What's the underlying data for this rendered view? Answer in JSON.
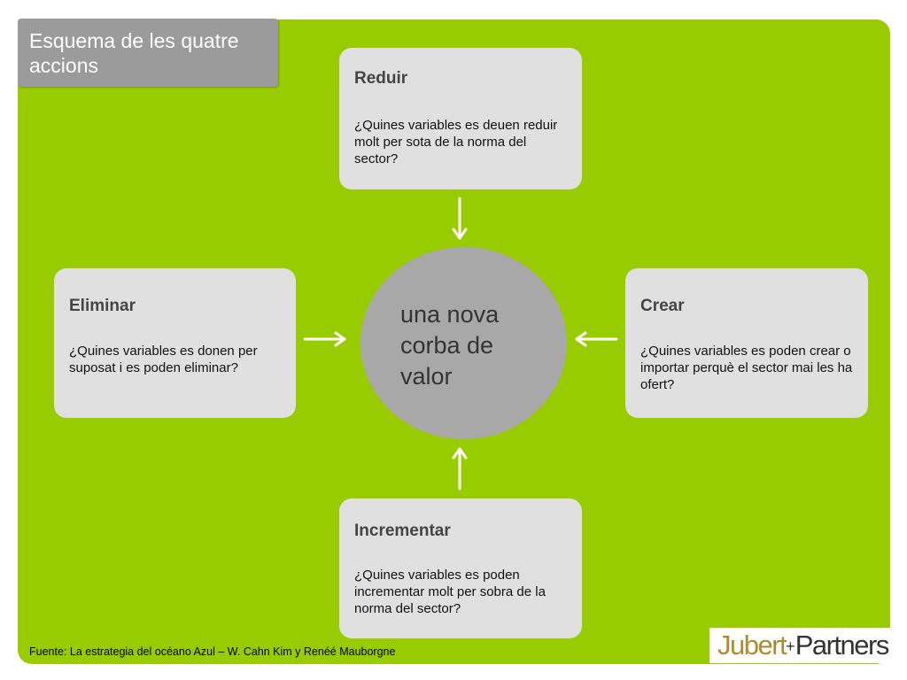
{
  "title": "Esquema de les quatre accions",
  "center": {
    "text": "una nova corba de valor"
  },
  "cards": {
    "reduir": {
      "title": "Reduir",
      "body": "¿Quines variables es deuen reduir molt per sota de la norma del sector?"
    },
    "eliminar": {
      "title": "Eliminar",
      "body": "¿Quines variables es donen per suposat i es poden eliminar?"
    },
    "crear": {
      "title": "Crear",
      "body": "¿Quines variables es poden crear o importar  perquè  el sector mai les  ha ofert?"
    },
    "incrementar": {
      "title": "Incrementar",
      "body": "¿Quines variables es poden incrementar molt per sobra de la norma del sector?"
    }
  },
  "source": "Fuente: La estrategia del océano Azul – W. Cahn Kim y Renéé Mauborgne",
  "logo": {
    "part1": "Jubert",
    "plus": "+",
    "part2": "Partners"
  },
  "colors": {
    "panel": "#99cc00",
    "card": "#e0e0e0",
    "circle": "#a8a8a8",
    "title_tab": "#9b9b9b",
    "logo_gold": "#b08a2e"
  }
}
